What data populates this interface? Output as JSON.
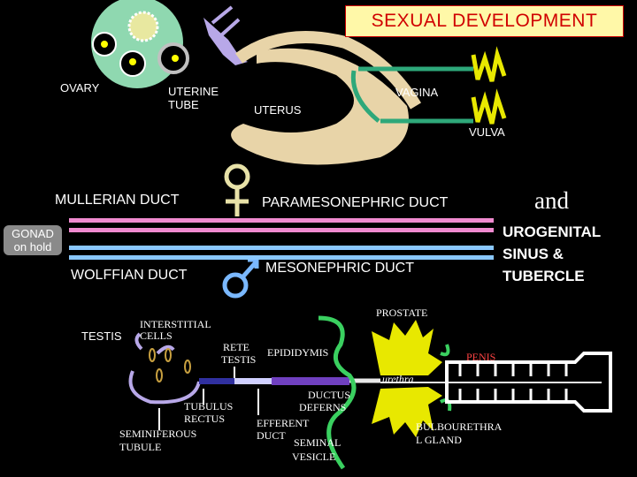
{
  "title": "SEXUAL  DEVELOPMENT",
  "female": {
    "ovary": "OVARY",
    "uterine_tube": "UTERINE\nTUBE",
    "uterus": "UTERUS",
    "vagina": "VAGINA",
    "vulva": "VULVA"
  },
  "ducts": {
    "mullerian": "MULLERIAN DUCT",
    "paramesonephric": "PARAMESONEPHRIC DUCT",
    "wolffian": "WOLFFIAN DUCT",
    "mesonephric": "MESONEPHRIC DUCT",
    "gonad_line1": "GONAD",
    "gonad_line2": "on hold",
    "and": "and",
    "urogenital_line1": "UROGENITAL",
    "urogenital_line2": "SINUS &",
    "urogenital_line3": "TUBERCLE"
  },
  "male": {
    "testis": "TESTIS",
    "interstitial_line1": "INTERSTITIAL",
    "interstitial_line2": "CELLS",
    "rete_line1": "RETE",
    "rete_line2": "TESTIS",
    "epididymis": "EPIDIDYMIS",
    "prostate": "PROSTATE",
    "penis": "PENIS",
    "urethra": "urethra",
    "ductus_line1": "DUCTUS",
    "ductus_line2": "DEFERNS",
    "tubulus_line1": "TUBULUS",
    "tubulus_line2": "RECTUS",
    "efferent_line1": "EFFERENT",
    "efferent_line2": "DUCT",
    "seminiferous_line1": "SEMINIFEROUS",
    "seminiferous_line2": "TUBULE",
    "seminal_line1": "SEMINAL",
    "seminal_line2": "VESICLE",
    "bulbourethral_line1": "BULBOURETHRA",
    "bulbourethral_line2": "L GLAND"
  },
  "colors": {
    "title_bg": "#fff8a8",
    "title_text": "#d00000",
    "female_symbol": "#e8e2a8",
    "male_symbol": "#7ab8ff",
    "mullerian_line": "#f08ad0",
    "wolffian_line": "#8ac8ff",
    "uterus": "#e8d4a8",
    "vagina": "#2ea87a",
    "vulva": "#e8e800",
    "ovary": "#8fd8b0",
    "tube": "#b8a8e8",
    "epididymis": "#7040c0",
    "ductus": "#e8e8e8",
    "prostate": "#e8e800",
    "vesicle": "#3ad060",
    "penis": "#ffffff"
  }
}
